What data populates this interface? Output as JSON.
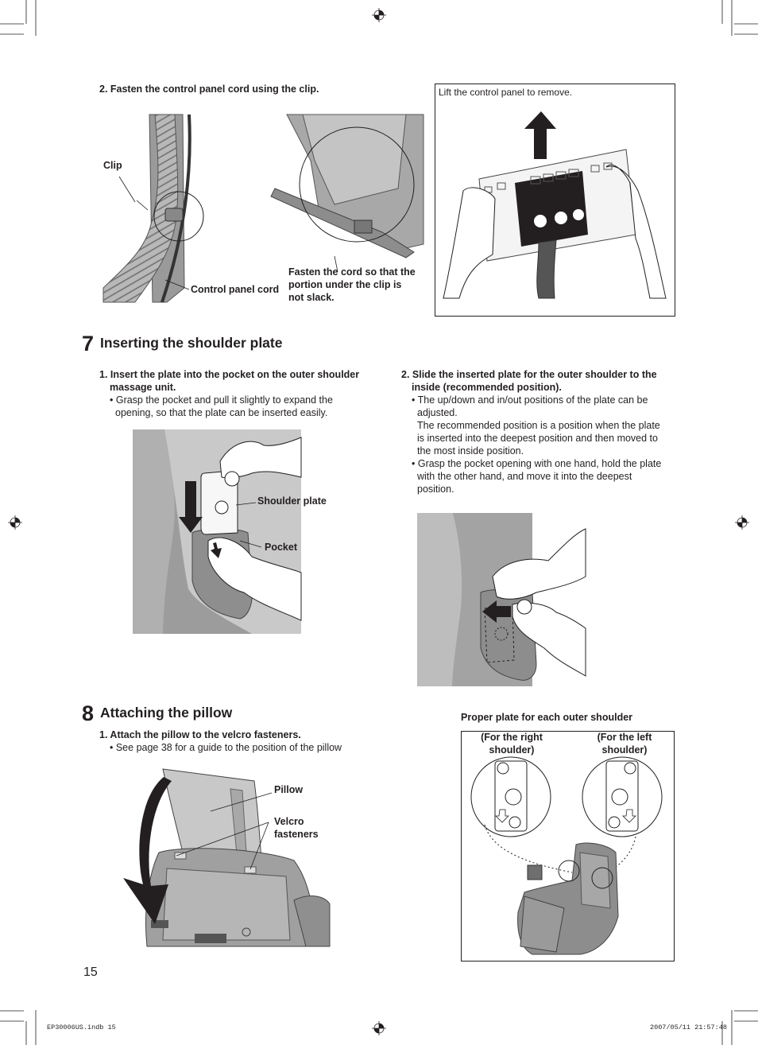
{
  "section_top": {
    "step2": "2. Fasten the control panel cord using the clip.",
    "label_clip": "Clip",
    "label_cord": "Control panel cord",
    "label_fasten": [
      "Fasten the cord so that the",
      "portion under the clip is",
      "not slack."
    ],
    "box_caption": "Lift the control panel to remove."
  },
  "section7": {
    "number": "7",
    "title": "Inserting the shoulder plate",
    "step1_title": [
      "1. Insert the plate into the pocket on the outer shoulder",
      "massage unit."
    ],
    "step1_bullet": [
      "• Grasp the pocket and pull it slightly to expand the",
      "opening, so that the plate can be inserted easily."
    ],
    "label_plate": "Shoulder plate",
    "label_pocket": "Pocket",
    "step2_title": [
      "2. Slide the inserted plate for the outer shoulder to the",
      "inside (recommended position)."
    ],
    "step2_bullet1": [
      "• The up/down and in/out positions of the plate can be",
      "adjusted."
    ],
    "step2_para": [
      "The recommended position is a position when the plate",
      "is inserted into the deepest position and then moved to",
      "the most inside position."
    ],
    "step2_bullet2": [
      "• Grasp the pocket opening with one hand, hold the plate",
      "with the other hand, and move it into the deepest",
      "position."
    ]
  },
  "section8": {
    "number": "8",
    "title": "Attaching the pillow",
    "step1_title": "1. Attach the pillow to the velcro fasteners.",
    "step1_bullet": "• See page 38 for a guide to the position of the pillow",
    "label_pillow": "Pillow",
    "label_velcro": [
      "Velcro",
      "fasteners"
    ],
    "proper_title": "Proper plate for each outer shoulder",
    "right_caption": [
      "(For the right",
      "shoulder)"
    ],
    "left_caption": [
      "(For the left",
      "shoulder)"
    ]
  },
  "page_number": "15",
  "footer": {
    "file": "EP30006US.indb   15",
    "datetime": "2007/05/11   21:57:48"
  }
}
